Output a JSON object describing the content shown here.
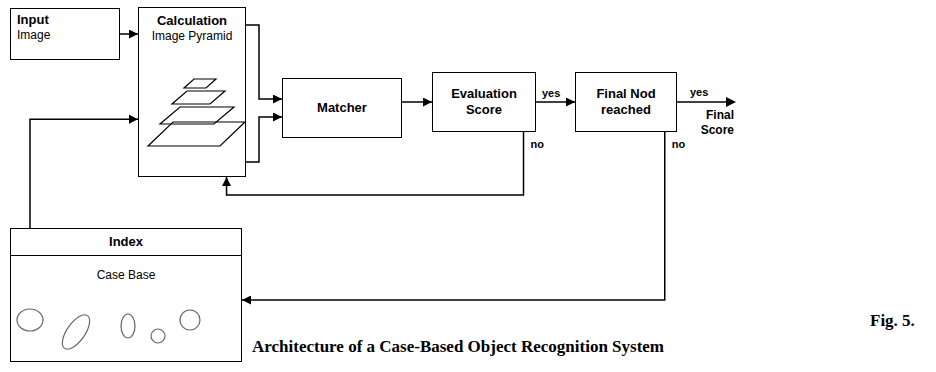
{
  "diagram": {
    "caption": "Architecture of a Case-Based Object Recognition System",
    "nodes": [
      {
        "text": [
          "Input",
          "Image"
        ]
      },
      {
        "text": [
          "Calculation",
          "Image Pyramid"
        ]
      },
      {
        "text": [
          "Matcher"
        ]
      },
      {
        "text": [
          "Evaluation Score"
        ]
      },
      {
        "text": [
          "Final Nod reached"
        ]
      },
      {
        "text": [
          "Index",
          "Case Base"
        ]
      }
    ],
    "edges": [
      {
        "from": 0,
        "to": 1,
        "arrow": "to"
      },
      {
        "from": 1,
        "to": 2,
        "arrow": "to"
      },
      {
        "from": 1,
        "to": 2,
        "arrow": "to"
      },
      {
        "from": 2,
        "to": 3,
        "arrow": "to"
      },
      {
        "from": 3,
        "to": 4,
        "label": "yes",
        "arrow": "to"
      },
      {
        "from": 3,
        "to": 1,
        "label": "no",
        "arrow": "to"
      },
      {
        "from": 4,
        "to": 5,
        "label": "no",
        "arrow": "to"
      },
      {
        "from": 5,
        "to": 1,
        "arrow": "to"
      }
    ],
    "labels": [
      "yes",
      "Final Score",
      "Fig. 5."
    ]
  }
}
